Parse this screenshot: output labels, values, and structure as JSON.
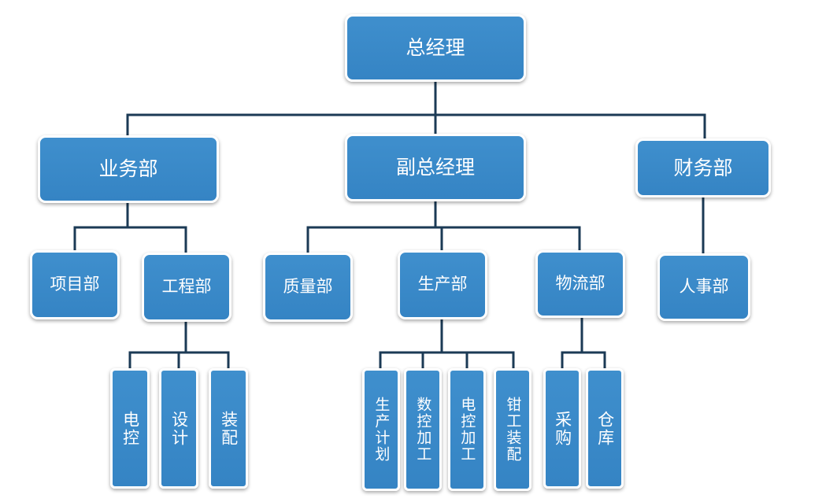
{
  "org_chart": {
    "ceo": "总经理",
    "level2": {
      "business": "业务部",
      "deputy": "副总经理",
      "finance": "财务部"
    },
    "level3": {
      "project": "项目部",
      "engineering": "工程部",
      "quality": "质量部",
      "production": "生产部",
      "logistics": "物流部",
      "hr": "人事部"
    },
    "level4": {
      "electric_control_1": "电控",
      "design": "设计",
      "assembly": "装配",
      "production_planning": "生产计划",
      "cnc_machining": "数控加工",
      "electric_control_machining": "电控加工",
      "fitter_assembly": "钳工装配",
      "purchasing": "采购",
      "warehouse": "仓库"
    }
  },
  "colors": {
    "node_fill": "#3887c7",
    "connector": "#1b3a55",
    "text": "#ffffff"
  }
}
